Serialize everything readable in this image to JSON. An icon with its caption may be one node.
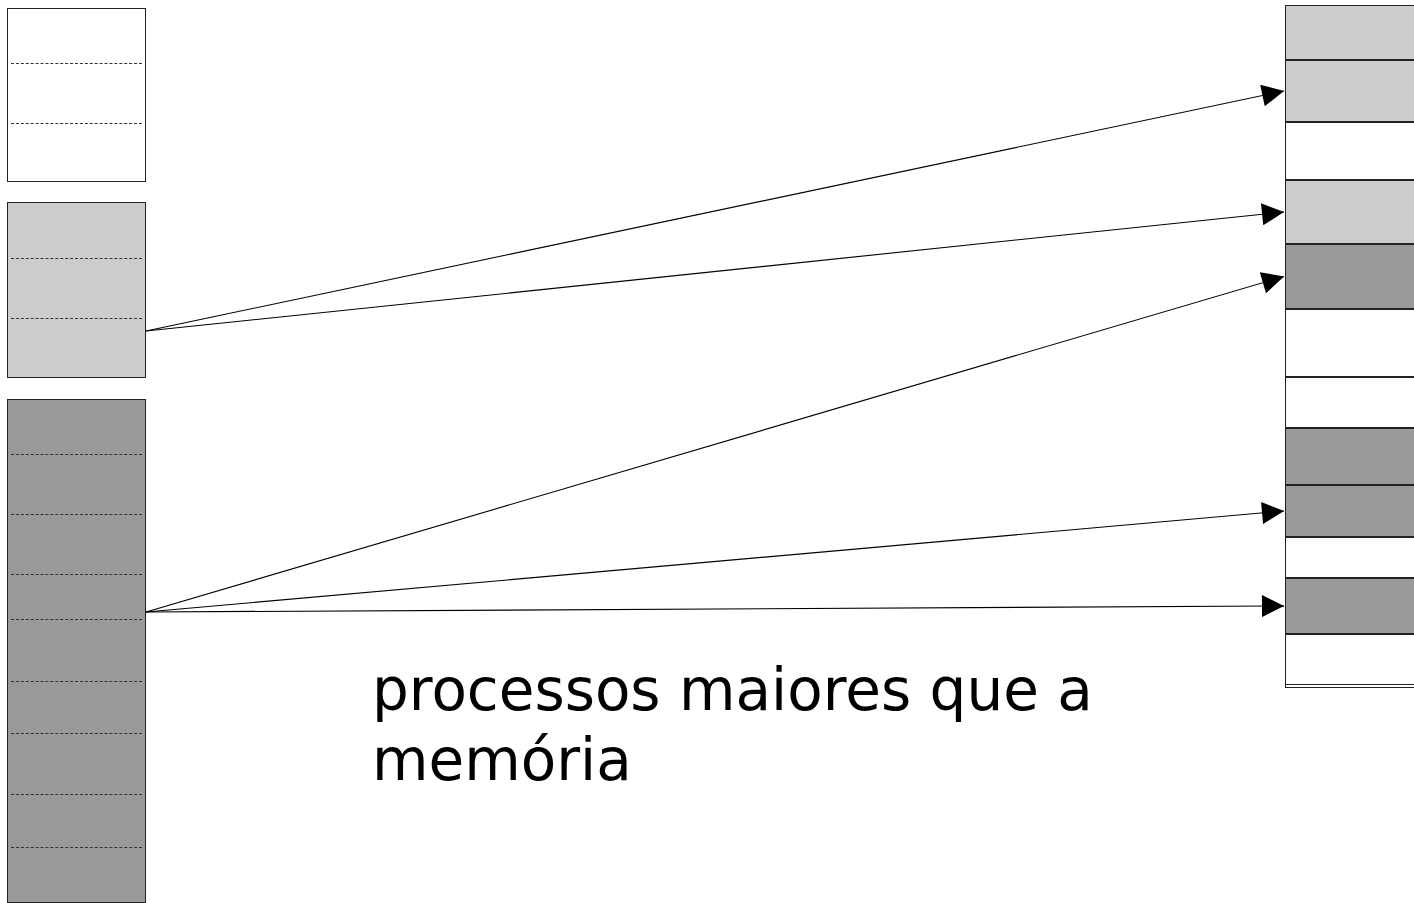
{
  "diagram": {
    "nodes": [
      {
        "text": [],
        "shape": "box"
      },
      {
        "text": [],
        "shape": "box"
      },
      {
        "text": [],
        "shape": "box"
      },
      {
        "text": [],
        "shape": "box"
      },
      {
        "text": [],
        "shape": "box",
        "in": 3
      },
      {
        "text": [],
        "shape": "box",
        "in": 3
      },
      {
        "text": [],
        "shape": "box",
        "in": 3
      },
      {
        "text": [],
        "shape": "box",
        "in": 3
      },
      {
        "text": [],
        "shape": "box",
        "in": 3
      },
      {
        "text": [],
        "shape": "box",
        "in": 3
      },
      {
        "text": [],
        "shape": "box",
        "in": 3
      },
      {
        "text": [],
        "shape": "box",
        "in": 3
      },
      {
        "text": [],
        "shape": "box",
        "in": 3
      },
      {
        "text": [],
        "shape": "box",
        "in": 3
      },
      {
        "text": [],
        "shape": "box",
        "in": 3
      },
      {
        "text": [],
        "shape": "box",
        "in": 3
      }
    ],
    "edges": [
      {
        "from": 1,
        "to": 5,
        "arrow": "to"
      },
      {
        "from": 1,
        "to": 7,
        "arrow": "to"
      },
      {
        "from": 2,
        "to": 8,
        "arrow": "to"
      },
      {
        "from": 2,
        "to": 12,
        "arrow": "to"
      },
      {
        "from": 2,
        "to": 14,
        "arrow": "to"
      }
    ],
    "labels": [
      "processos maiores que a memória"
    ]
  }
}
